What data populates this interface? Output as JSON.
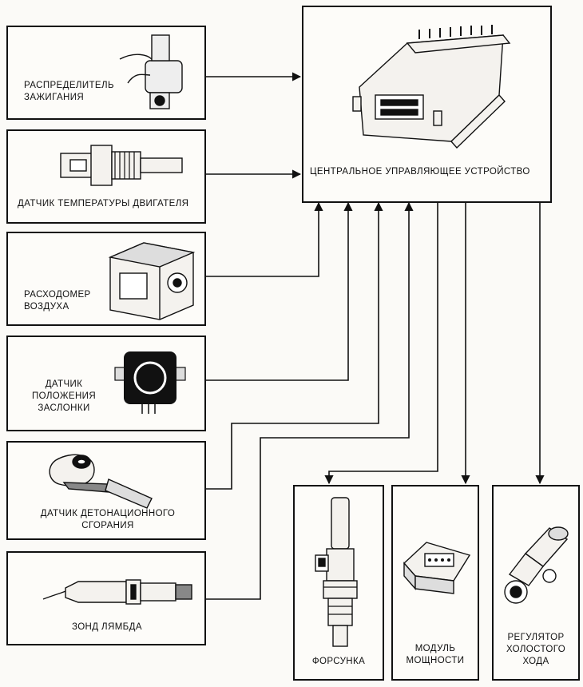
{
  "ecu": {
    "label": "ЦЕНТРАЛЬНОЕ УПРАВЛЯЮЩЕЕ УСТРОЙСТВО"
  },
  "inputs": {
    "distributor": "РАСПРЕДЕЛИТЕЛЬ\nЗАЖИГАНИЯ",
    "temp_sensor": "ДАТЧИК ТЕМПЕРАТУРЫ ДВИГАТЕЛЯ",
    "airflow_meter": "РАСХОДОМЕР\nВОЗДУХА",
    "throttle_sensor": "ДАТЧИК\nПОЛОЖЕНИЯ\nЗАСЛОНКИ",
    "knock_sensor": "ДАТЧИК ДЕТОНАЦИОННОГО\nСГОРАНИЯ",
    "lambda_probe": "ЗОНД ЛЯМБДА"
  },
  "outputs": {
    "injector": "ФОРСУНКА",
    "power_module": "МОДУЛЬ\nМОЩНОСТИ",
    "idle_regulator": "РЕГУЛЯТОР\nХОЛОСТОГО\nХОДА"
  }
}
